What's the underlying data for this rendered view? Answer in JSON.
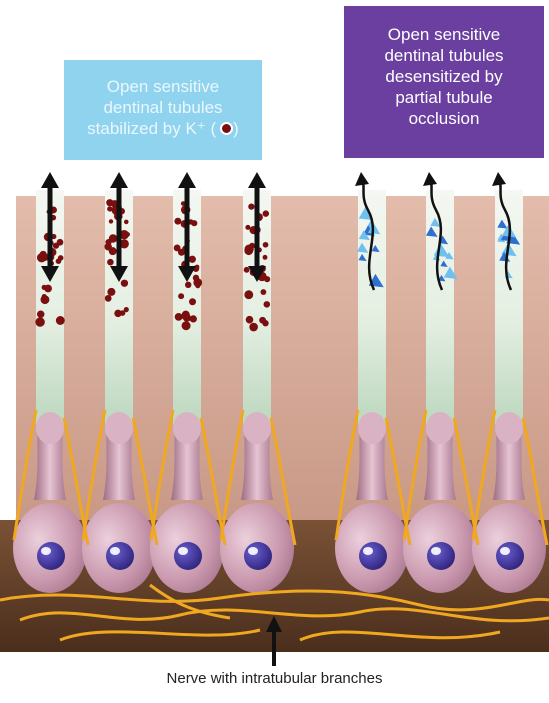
{
  "left_box": {
    "lines": [
      "Open sensitive",
      "dentinal tubules",
      "stabilized by K⁺ ("
    ],
    "close_paren": ")",
    "color": "#8fd3ef"
  },
  "right_box": {
    "lines": [
      "Open sensitive",
      "dentinal tubules",
      "desensitized by",
      "partial tubule",
      "occlusion"
    ],
    "color": "#6a3fa0"
  },
  "caption": "Nerve with intratubular branches",
  "colors": {
    "dentin": "#d4a898",
    "tubule": "#dceee0",
    "cell_body": "#c997ad",
    "nucleus": "#3d2f9a",
    "nerve": "#f0a820",
    "pulp": "#5b3a24",
    "potassium": "#7a0f0f",
    "occluder": "#3a8ee0"
  }
}
